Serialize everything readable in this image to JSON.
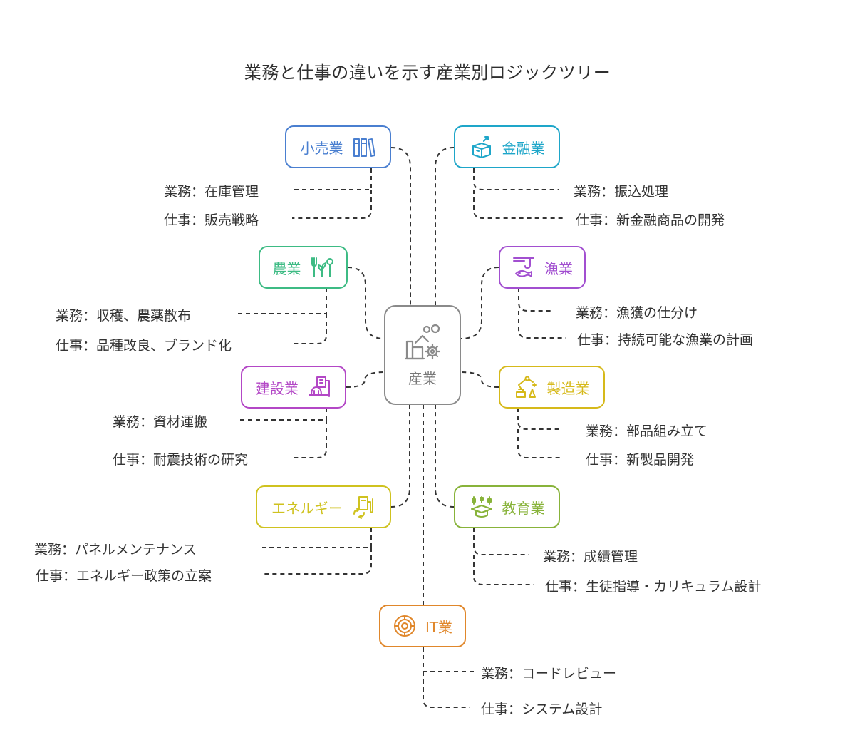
{
  "title": "業務と仕事の違いを示す産業別ロジックツリー",
  "center": {
    "label": "産業",
    "icon": "factory-icon",
    "color": "#8a8a8a"
  },
  "industries": [
    {
      "label": "小売業",
      "icon": "shelves-icon",
      "color": "#4a7fd0",
      "items": [
        "業務：在庫管理",
        "仕事：販売戦略"
      ]
    },
    {
      "label": "金融業",
      "icon": "money-box-icon",
      "color": "#1ea6c9",
      "items": [
        "業務：振込処理",
        "仕事：新金融商品の開発"
      ]
    },
    {
      "label": "農業",
      "icon": "plant-tools-icon",
      "color": "#3dbb84",
      "items": [
        "業務：収穫、農薬散布",
        "仕事：品種改良、ブランド化"
      ]
    },
    {
      "label": "漁業",
      "icon": "fish-hook-icon",
      "color": "#a24fd0",
      "items": [
        "業務：漁獲の仕分け",
        "仕事：持続可能な漁業の計画"
      ]
    },
    {
      "label": "建設業",
      "icon": "building-icon",
      "color": "#b347c6",
      "items": [
        "業務：資材運搬",
        "仕事：耐震技術の研究"
      ]
    },
    {
      "label": "製造業",
      "icon": "robot-arm-icon",
      "color": "#d6b91a",
      "items": [
        "業務：部品組み立て",
        "仕事：新製品開発"
      ]
    },
    {
      "label": "エネルギー",
      "icon": "fuel-icon",
      "color": "#cfc21f",
      "items": [
        "業務：パネルメンテナンス",
        "仕事：エネルギー政策の立案"
      ]
    },
    {
      "label": "教育業",
      "icon": "graduation-icon",
      "color": "#88b33a",
      "items": [
        "業務：成績管理",
        "仕事：生徒指導・カリキュラム設計"
      ]
    },
    {
      "label": "IT業",
      "icon": "target-icon",
      "color": "#e0872b",
      "items": [
        "業務：コードレビュー",
        "仕事：システム設計"
      ]
    }
  ]
}
